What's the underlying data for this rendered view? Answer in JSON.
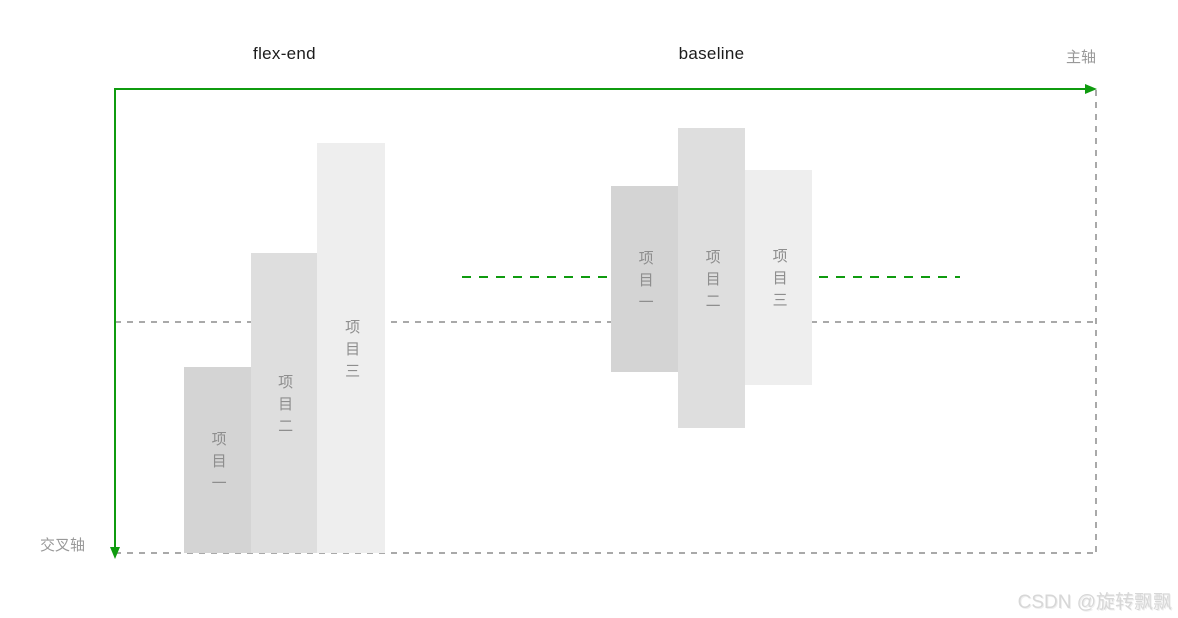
{
  "axes": {
    "main_axis_label": "主轴",
    "cross_axis_label": "交叉轴",
    "axis_color": "#0f9b0f",
    "dash_color": "#a9a9a9"
  },
  "groups": [
    {
      "label": "flex-end",
      "items": [
        {
          "label": "项目一",
          "color": "#d4d4d4"
        },
        {
          "label": "项目二",
          "color": "#dedede"
        },
        {
          "label": "项目三",
          "color": "#eeeeee"
        }
      ]
    },
    {
      "label": "baseline",
      "items": [
        {
          "label": "项目一",
          "color": "#d4d4d4"
        },
        {
          "label": "项目二",
          "color": "#dedede"
        },
        {
          "label": "项目三",
          "color": "#eeeeee"
        }
      ]
    }
  ],
  "baseline_guide_color": "#0f9b0f",
  "watermark": "CSDN @旋转飘飘"
}
